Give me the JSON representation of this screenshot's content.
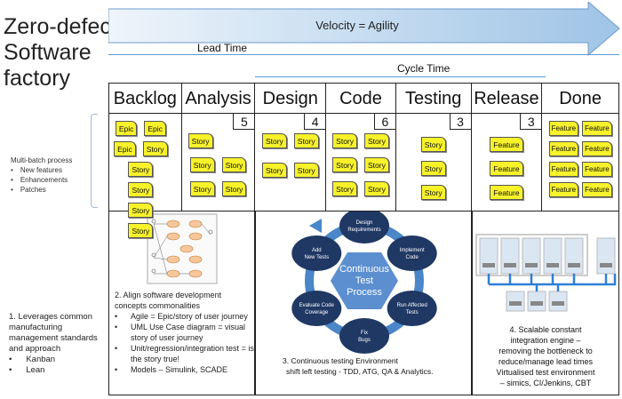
{
  "title_lines": [
    "Zero-defect",
    "Software",
    "factory"
  ],
  "velocity_label": "Velocity = Agility",
  "lead_time_label": "Lead Time",
  "cycle_time_label": "Cycle Time",
  "colors": {
    "card": "#f7f22a",
    "arrow": "#a9cbe8",
    "cycle_node": "#1f3864",
    "cycle_ring": "#4a86c8"
  },
  "board": {
    "columns": [
      {
        "name": "Backlog",
        "wip": null,
        "cards": [
          "Epic",
          "Epic",
          "Epic",
          "Story",
          "Story",
          "Story",
          "Story",
          "Story"
        ]
      },
      {
        "name": "Analysis",
        "wip": "5",
        "cards": [
          "Story",
          "Story",
          "Story",
          "Story",
          "Story"
        ]
      },
      {
        "name": "Design",
        "wip": "4",
        "cards": [
          "Story",
          "Story",
          "Story",
          "Story"
        ]
      },
      {
        "name": "Code",
        "wip": "6",
        "cards": [
          "Story",
          "Story",
          "Story",
          "Story",
          "Story",
          "Story"
        ]
      },
      {
        "name": "Testing",
        "wip": "3",
        "cards": [
          "Story",
          "Story",
          "Story"
        ]
      },
      {
        "name": "Release",
        "wip": "3",
        "cards": [
          "Feature",
          "Feature",
          "Feature"
        ]
      },
      {
        "name": "Done",
        "wip": null,
        "cards": [
          "Feature",
          "Feature",
          "Feature",
          "Feature",
          "Feature",
          "Feature",
          "Feature",
          "Feature"
        ]
      }
    ]
  },
  "multibatch": {
    "heading": "Multi-batch process",
    "items": [
      "New features",
      "Enhancements",
      "Patches"
    ]
  },
  "note1": {
    "text": "1. Leverages common manufacturing management standards and approach",
    "items": [
      "Kanban",
      "Lean"
    ]
  },
  "note2": {
    "heading": "2. Align software development concepts commonalities",
    "items": [
      "Agile =  Epic/story of user journey",
      "UML Use Case diagram = visual story of user journey",
      "Unit/regression/integration test = is the story true!",
      "Models – Simulink, SCADE"
    ]
  },
  "note3": {
    "center": [
      "Continuous",
      "Test",
      "Process"
    ],
    "nodes": [
      [
        "Design",
        "Requirements"
      ],
      [
        "Implement",
        "Code"
      ],
      [
        "Run Affected",
        "Tests"
      ],
      [
        "Fix",
        "Bugs"
      ],
      [
        "Evaluate Code",
        "Coverage"
      ],
      [
        "Add",
        "New Tests"
      ]
    ],
    "caption": [
      "3. Continuous testing Environment",
      "shift left testing - TDD, ATG, QA & Analytics."
    ]
  },
  "note4": {
    "caption": [
      "4. Scalable constant",
      "integration engine –",
      "removing the bottleneck to",
      "reduce/manage lead times",
      "Virtualised test environment",
      "– simics, CI/Jenkins, CBT"
    ]
  }
}
